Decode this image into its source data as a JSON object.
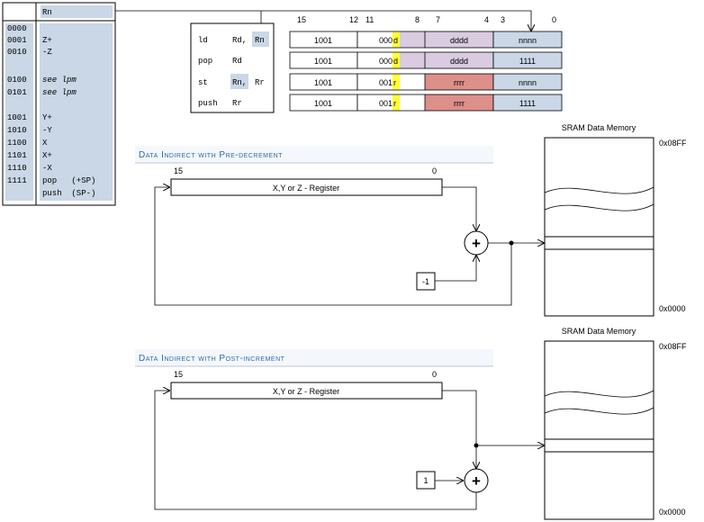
{
  "rn_table": {
    "header": "Rn",
    "rows": [
      {
        "code": "0000",
        "desc": ""
      },
      {
        "code": "0001",
        "desc": "Z+"
      },
      {
        "code": "0010",
        "desc": "-Z"
      },
      {
        "code": "",
        "desc": ""
      },
      {
        "code": "0100",
        "desc": "see lpm"
      },
      {
        "code": "0101",
        "desc": "see lpm"
      },
      {
        "code": "",
        "desc": ""
      },
      {
        "code": "1001",
        "desc": "Y+"
      },
      {
        "code": "1010",
        "desc": "-Y"
      },
      {
        "code": "1100",
        "desc": "X"
      },
      {
        "code": "1101",
        "desc": "X+"
      },
      {
        "code": "1110",
        "desc": "-X"
      },
      {
        "code": "1111",
        "desc": "pop   (+SP)"
      },
      {
        "code": "",
        "desc": "push  (SP-)"
      }
    ]
  },
  "instructions": [
    {
      "mnemonic": "ld",
      "op1": "Rd,",
      "op2": "Rn"
    },
    {
      "mnemonic": "pop",
      "op1": "Rd",
      "op2": ""
    },
    {
      "mnemonic": "st",
      "op1": "Rn,",
      "op2": "Rr"
    },
    {
      "mnemonic": "push",
      "op1": "Rr",
      "op2": ""
    }
  ],
  "encoding": {
    "bit_labels": [
      "15",
      "12",
      "11",
      "8",
      "7",
      "4",
      "3",
      "0"
    ],
    "rows": [
      {
        "f1": "1001",
        "f2a": "000",
        "f2b": "d",
        "f3": "dddd",
        "f4": "nnnn"
      },
      {
        "f1": "1001",
        "f2a": "000",
        "f2b": "d",
        "f3": "dddd",
        "f4": "1111"
      },
      {
        "f1": "1001",
        "f2a": "001",
        "f2b": "r",
        "f3": "rrrr",
        "f4": "nnnn"
      },
      {
        "f1": "1001",
        "f2a": "001",
        "f2b": "r",
        "f3": "rrrr",
        "f4": "1111"
      }
    ]
  },
  "pre_decrement": {
    "title": "Data Indirect with Pre-decrement",
    "bit_high": "15",
    "bit_low": "0",
    "register_label": "X,Y or Z - Register",
    "constant": "-1",
    "adder_symbol": "+",
    "memory_title": "SRAM Data Memory",
    "addr_top": "0x08FF",
    "addr_bottom": "0x0000"
  },
  "post_increment": {
    "title": "Data Indirect with Post-increment",
    "bit_high": "15",
    "bit_low": "0",
    "register_label": "X,Y or Z - Register",
    "constant": "1",
    "adder_symbol": "+",
    "memory_title": "SRAM Data Memory",
    "addr_top": "0x08FF",
    "addr_bottom": "0x0000"
  },
  "colors": {
    "light_blue": "#c9d7e6",
    "lavender": "#d9cbe0",
    "salmon": "#dd8f8a",
    "yellow": "#ffff33",
    "title_blue": "#2e6aa8"
  }
}
